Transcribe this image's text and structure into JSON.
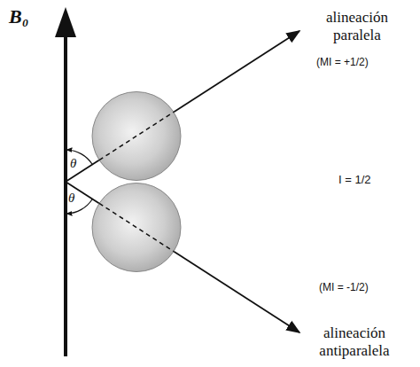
{
  "diagram": {
    "labels": [
      "B₀",
      "alineación paralela",
      "(MI = +1/2)",
      "θ",
      "I = 1/2",
      "θ",
      "(MI = -1/2)",
      "alineación antiparalela"
    ]
  }
}
